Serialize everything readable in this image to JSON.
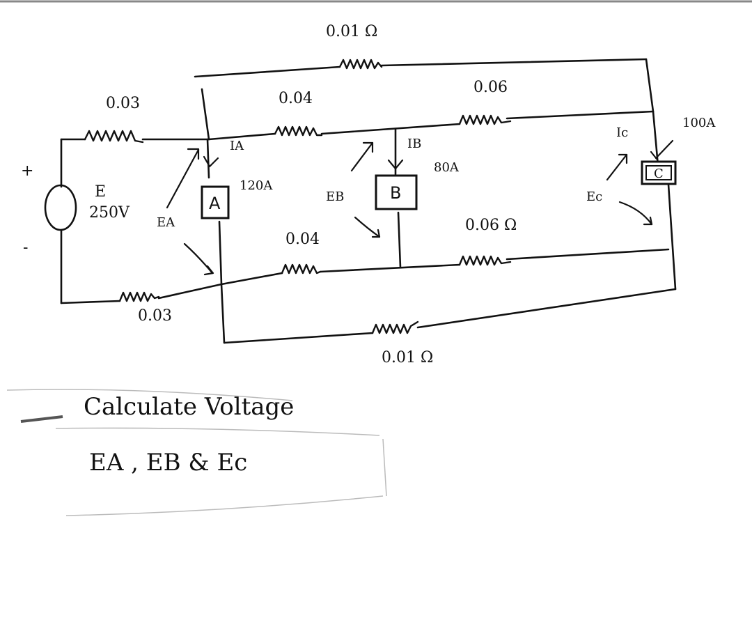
{
  "source": {
    "plus": "+",
    "minus": "-",
    "name": "E",
    "value": "250V"
  },
  "resistors": {
    "top_outer": "0.01 Ω",
    "feed_top": "0.03",
    "feed_bottom": "0.03",
    "top_ab": "0.04",
    "top_bc": "0.06",
    "bottom_ab": "0.04",
    "bottom_bc": "0.06 Ω",
    "bottom_outer": "0.01 Ω"
  },
  "loads": [
    {
      "box": "A",
      "current_label": "IA",
      "current": "120A",
      "voltage_label": "EA"
    },
    {
      "box": "B",
      "current_label": "IB",
      "current": "80A",
      "voltage_label": "EB"
    },
    {
      "box": "C",
      "current_label": "Ic",
      "current": "100A",
      "voltage_label": "Ec"
    }
  ],
  "question": {
    "line1": "Calculate Voltage",
    "line2": "EA , EB & Ec"
  }
}
